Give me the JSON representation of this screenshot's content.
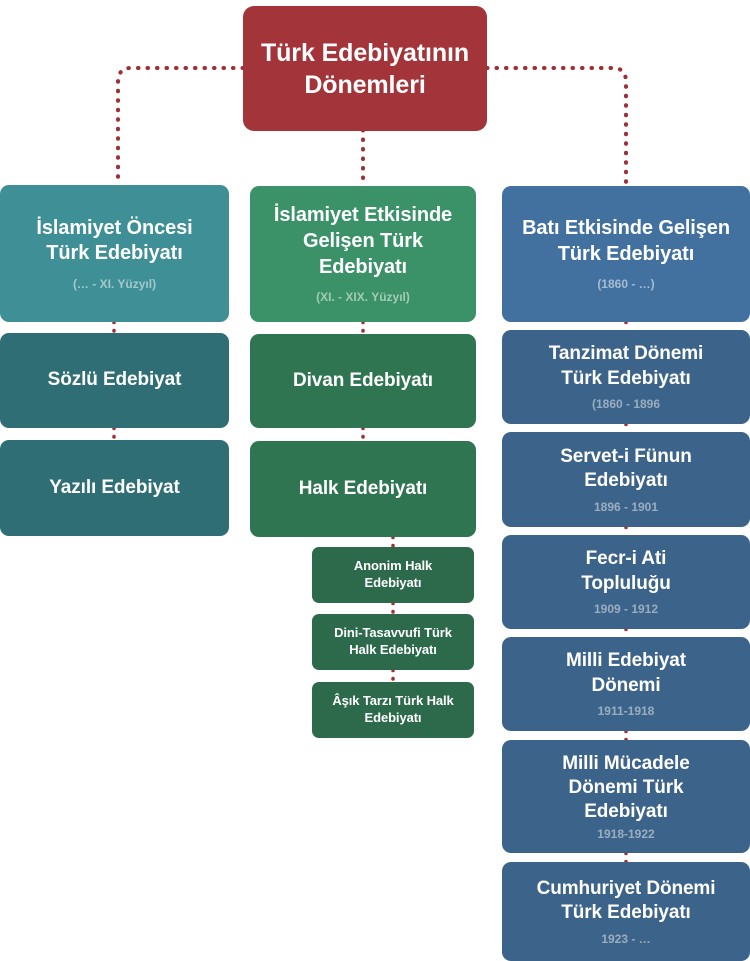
{
  "diagram": {
    "root": {
      "title": "Türk Edebiyatının\nDönemleri"
    },
    "branches": [
      {
        "id": "islamiyet-oncesi",
        "title": "İslamiyet Öncesi\nTürk Edebiyatı",
        "subtitle": "(… - XI. Yüzyıl)",
        "color": "#3e8f96",
        "children": [
          {
            "id": "sozlu-edebiyat",
            "title": "Sözlü Edebiyat",
            "subtitle": "",
            "color": "#2f6e75"
          },
          {
            "id": "yazili-edebiyat",
            "title": "Yazılı Edebiyat",
            "subtitle": "",
            "color": "#2f6e75"
          }
        ]
      },
      {
        "id": "islamiyet-etkisinde",
        "title": "İslamiyet Etkisinde\nGelişen Türk\nEdebiyatı",
        "subtitle": "(XI. - XIX. Yüzyıl)",
        "color": "#3b9268",
        "children": [
          {
            "id": "divan-edebiyati",
            "title": "Divan Edebiyatı",
            "subtitle": "",
            "color": "#2f7552"
          },
          {
            "id": "halk-edebiyati",
            "title": "Halk Edebiyatı",
            "subtitle": "",
            "color": "#2f7552",
            "children": [
              {
                "id": "anonim-halk-edebiyati",
                "title": "Anonim Halk\nEdebiyatı",
                "color": "#2d6a4c"
              },
              {
                "id": "dini-tasavvufi-turk-halk-edebiyati",
                "title": "Dini-Tasavvufi Türk\nHalk Edebiyatı",
                "color": "#2d6a4c"
              },
              {
                "id": "asik-tarzi-turk-halk-edebiyati",
                "title": "Âşık Tarzı Türk Halk\nEdebiyatı",
                "color": "#2d6a4c"
              }
            ]
          }
        ]
      },
      {
        "id": "bati-etkisinde",
        "title": "Batı Etkisinde Gelişen\nTürk Edebiyatı",
        "subtitle": "(1860 - …)",
        "color": "#4271a0",
        "children": [
          {
            "id": "tanzimat-donemi",
            "title": "Tanzimat Dönemi\nTürk Edebiyatı",
            "subtitle": "(1860 - 1896",
            "color": "#3c6389"
          },
          {
            "id": "servet-i-funun",
            "title": "Servet-i Fünun\nEdebiyatı",
            "subtitle": "1896 - 1901",
            "color": "#3c6389"
          },
          {
            "id": "fecr-i-ati",
            "title": "Fecr-i Ati\nTopluluğu",
            "subtitle": "1909 - 1912",
            "color": "#3c6389"
          },
          {
            "id": "milli-edebiyat",
            "title": "Milli Edebiyat\nDönemi",
            "subtitle": "1911-1918",
            "color": "#3c6389"
          },
          {
            "id": "milli-mucadele",
            "title": "Milli Mücadele\nDönemi Türk\nEdebiyatı",
            "subtitle": "1918-1922",
            "color": "#3c6389"
          },
          {
            "id": "cumhuriyet-donemi",
            "title": "Cumhuriyet Dönemi\nTürk Edebiyatı",
            "subtitle": "1923 - …",
            "color": "#3c6389"
          }
        ]
      }
    ],
    "connector_color": "#9e3035",
    "background": "#ffffff"
  }
}
